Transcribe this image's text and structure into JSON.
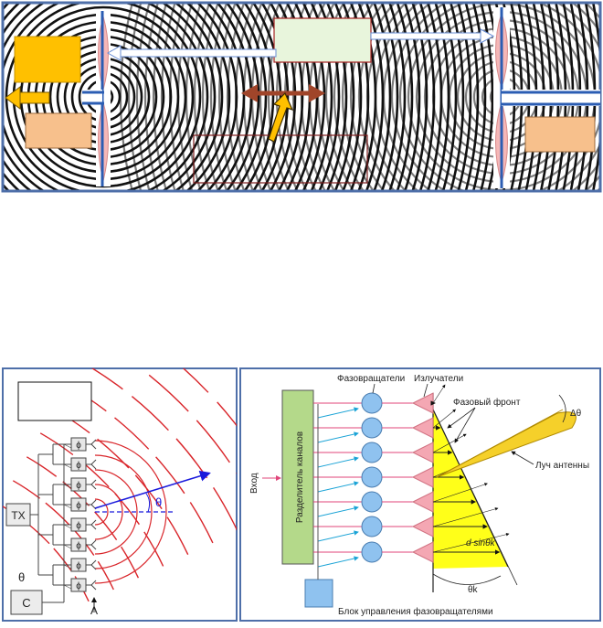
{
  "panel_bottom_left": {
    "labels": {
      "tx": "TX",
      "c": "C",
      "theta_top": "θ",
      "theta_beam": "θ",
      "a": "A",
      "phi": "ϕ"
    }
  },
  "panel_bottom_right": {
    "labels": {
      "phase_shifters": "Фазовращатели",
      "radiators": "Излучатели",
      "phase_front": "Фазовый фронт",
      "input": "Вход",
      "splitter": "Разделитель каналов",
      "beam": "Луч антенны",
      "delta_theta": "Δθ",
      "d_sin": "d sinθk",
      "theta_k": "θk",
      "control_block": "Блок управления фазовращателями"
    }
  },
  "colors": {
    "frame_blue": "#4e6fa9",
    "orange": "#f7c08c",
    "yellow": "#ffc000",
    "light_green": "#e8f5dc",
    "splitter_green": "#b4d98a",
    "circle_blue": "#8fc2ef",
    "red_wave": "#d9252a",
    "brown_arrow": "#a0452a"
  }
}
